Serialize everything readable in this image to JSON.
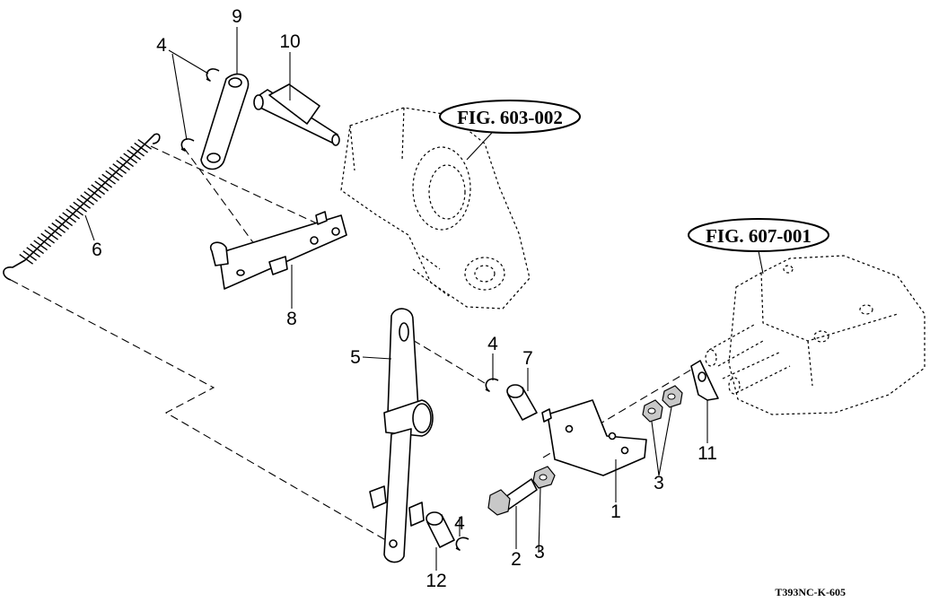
{
  "callouts": {
    "n1": "1",
    "n2": "2",
    "n3a": "3",
    "n3b": "3",
    "n4a": "4",
    "n4b": "4",
    "n4c": "4",
    "n5": "5",
    "n6": "6",
    "n7": "7",
    "n8": "8",
    "n9": "9",
    "n10": "10",
    "n11": "11",
    "n12": "12"
  },
  "references": {
    "fig_a": "FIG. 603-002",
    "fig_b": "FIG. 607-001"
  },
  "drawing_code": "T393NC-K-605"
}
